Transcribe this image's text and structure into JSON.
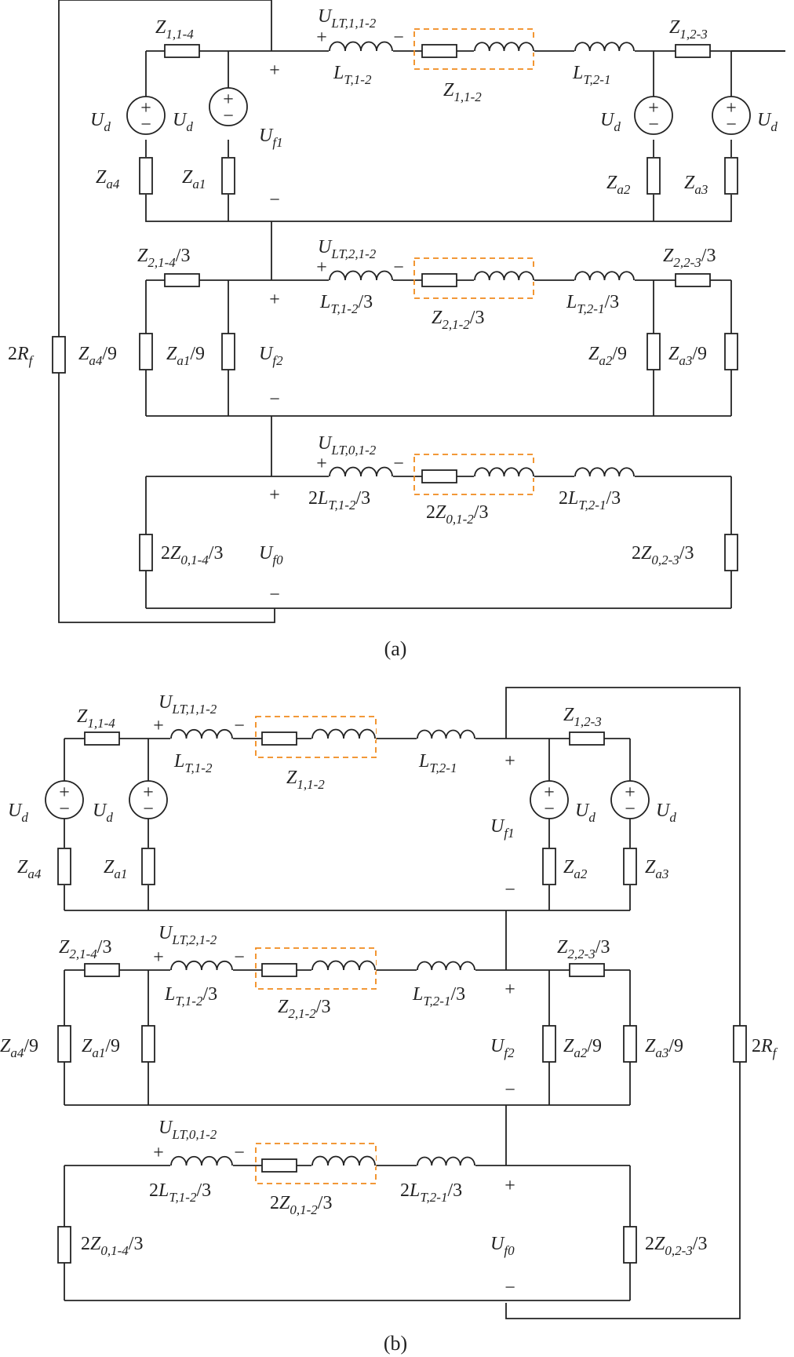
{
  "colors": {
    "wire": "#222222",
    "mutual_box": "#f08a1c"
  },
  "icons": {
    "resistor": "resistor-icon",
    "inductor": "inductor-icon",
    "voltage_source": "voltage-source-icon"
  },
  "plus_sign": "+",
  "minus_sign": "−",
  "captions": {
    "a": "(a)",
    "b": "(b)"
  },
  "labels": {
    "Ud": {
      "b": "U",
      "s": "d"
    },
    "Z114": {
      "b": "Z",
      "s": "1,1-4"
    },
    "Z123": {
      "b": "Z",
      "s": "1,2-3"
    },
    "Z1112": {
      "b": "Z",
      "s": "1,1-2"
    },
    "ULT1": {
      "b": "U",
      "s": "LT,1,1-2"
    },
    "ULT2": {
      "b": "U",
      "s": "LT,2,1-2"
    },
    "ULT0": {
      "b": "U",
      "s": "LT,0,1-2"
    },
    "LT12": {
      "b": "L",
      "s": "T,1-2"
    },
    "LT21": {
      "b": "L",
      "s": "T,2-1"
    },
    "LT12_3": {
      "b": "L",
      "s": "T,1-2",
      "t": "/3"
    },
    "LT21_3": {
      "b": "L",
      "s": "T,2-1",
      "t": "/3"
    },
    "LT12_2_3": {
      "p": "2",
      "b": "L",
      "s": "T,1-2",
      "t": "/3"
    },
    "LT21_2_3": {
      "p": "2",
      "b": "L",
      "s": "T,2-1",
      "t": "/3"
    },
    "Uf1": {
      "b": "U",
      "s": "f1"
    },
    "Uf2": {
      "b": "U",
      "s": "f2"
    },
    "Uf0": {
      "b": "U",
      "s": "f0"
    },
    "Za1": {
      "b": "Z",
      "s": "a1"
    },
    "Za2": {
      "b": "Z",
      "s": "a2"
    },
    "Za3": {
      "b": "Z",
      "s": "a3"
    },
    "Za4": {
      "b": "Z",
      "s": "a4"
    },
    "Za1_9": {
      "b": "Z",
      "s": "a1",
      "t": "/9"
    },
    "Za2_9": {
      "b": "Z",
      "s": "a2",
      "t": "/9"
    },
    "Za3_9": {
      "b": "Z",
      "s": "a3",
      "t": "/9"
    },
    "Za4_9": {
      "b": "Z",
      "s": "a4",
      "t": "/9"
    },
    "Z214_3": {
      "b": "Z",
      "s": "2,1-4",
      "t": "/3"
    },
    "Z223_3": {
      "b": "Z",
      "s": "2,2-3",
      "t": "/3"
    },
    "Z2112_3": {
      "b": "Z",
      "s": "2,1-2",
      "t": "/3"
    },
    "Z0112_2_3": {
      "p": "2",
      "b": "Z",
      "s": "0,1-2",
      "t": "/3"
    },
    "Z014_2_3": {
      "p": "2",
      "b": "Z",
      "s": "0,1-4",
      "t": "/3"
    },
    "Z023_2_3": {
      "p": "2",
      "b": "Z",
      "s": "0,2-3",
      "t": "/3"
    },
    "Rf_2": {
      "p": "2",
      "b": "R",
      "s": "f"
    }
  }
}
